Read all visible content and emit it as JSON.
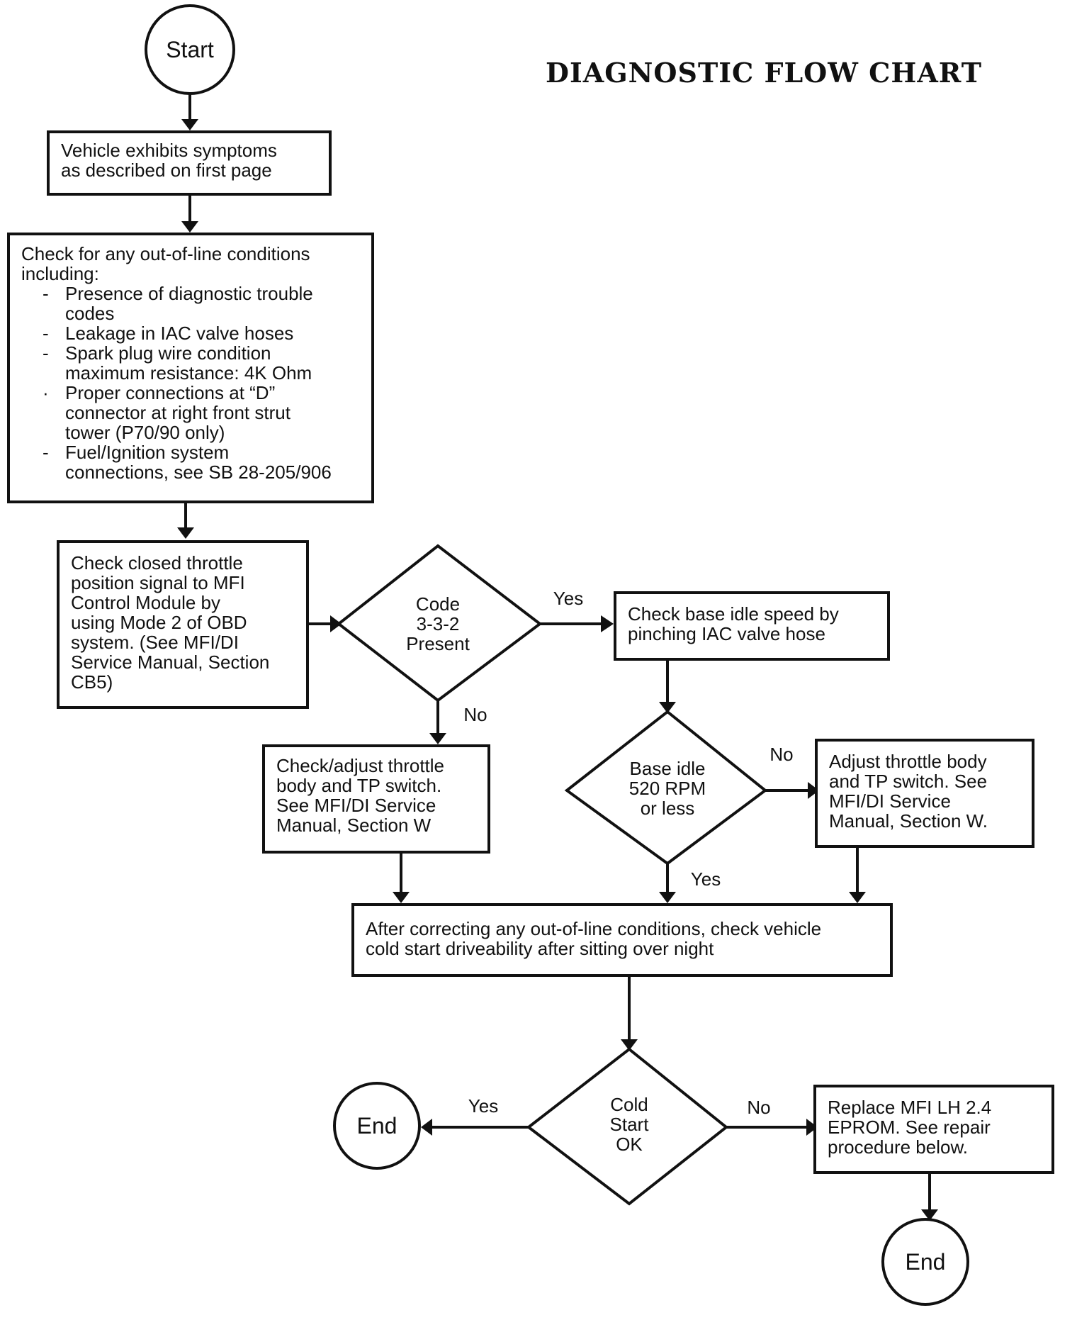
{
  "title": "DIAGNOSTIC FLOW CHART",
  "nodes": {
    "start": "Start",
    "symptoms": [
      "Vehicle exhibits symptoms",
      "as described on first page"
    ],
    "checks": {
      "intro": [
        "Check for any out-of-line conditions",
        "including:"
      ],
      "bullets": [
        [
          "Presence of diagnostic trouble",
          "codes"
        ],
        [
          "Leakage in IAC valve hoses"
        ],
        [
          "Spark plug wire condition",
          "maximum resistance: 4K Ohm"
        ],
        [
          "Proper connections at “D”",
          "connector at right front strut",
          "tower (P70/90 only)"
        ],
        [
          "Fuel/Ignition system",
          "connections, see SB 28-205/906"
        ]
      ]
    },
    "closed_throttle": [
      "Check closed throttle",
      "position signal to MFI",
      "Control Module by",
      "using Mode 2 of OBD",
      "system.  (See MFI/DI",
      "Service Manual, Section",
      "CB5)"
    ],
    "code_decision": [
      "Code",
      "3-3-2",
      "Present"
    ],
    "base_idle_check": [
      "Check base idle speed by",
      "pinching IAC valve hose"
    ],
    "adjust_tp": [
      "Check/adjust throttle",
      "body and TP switch.",
      "See MFI/DI Service",
      "Manual, Section W"
    ],
    "idle_decision": [
      "Base idle",
      "520 RPM",
      "or less"
    ],
    "adjust_body": [
      "Adjust throttle body",
      "and TP switch.  See",
      "MFI/DI Service",
      "Manual, Section W."
    ],
    "after_correcting": [
      "After correcting any out-of-line conditions, check vehicle",
      "cold start driveability after sitting over night"
    ],
    "cold_decision": [
      "Cold",
      "Start",
      "OK"
    ],
    "replace_eprom": [
      "Replace MFI LH 2.4",
      "EPROM.  See repair",
      "procedure below."
    ],
    "end_left": "End",
    "end_right": "End"
  },
  "edge_labels": {
    "code_yes": "Yes",
    "code_no": "No",
    "idle_no": "No",
    "idle_yes": "Yes",
    "cold_yes": "Yes",
    "cold_no": "No"
  }
}
